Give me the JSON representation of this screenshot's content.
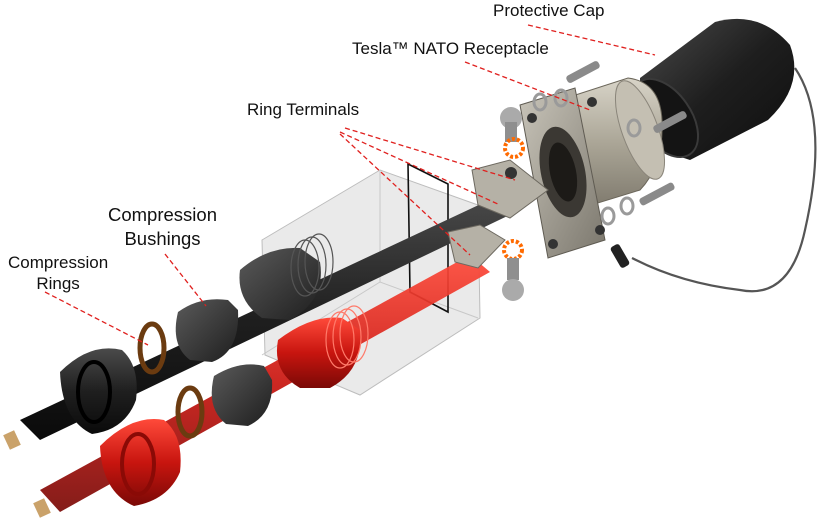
{
  "diagram": {
    "labels": {
      "protective_cap": "Protective Cap",
      "nato_receptacle": "Tesla™ NATO Receptacle",
      "ring_terminals": "Ring Terminals",
      "compression_bushings_line1": "Compression",
      "compression_bushings_line2": "Bushings",
      "compression_rings_line1": "Compression",
      "compression_rings_line2": "Rings"
    },
    "colors": {
      "leader": "#e0201e",
      "black_cable": "#1c1c1c",
      "red_cable": "#c8150f",
      "housing": "#b9b4a6",
      "cap": "#2a2a2a",
      "nut": "#ff6a00"
    }
  }
}
